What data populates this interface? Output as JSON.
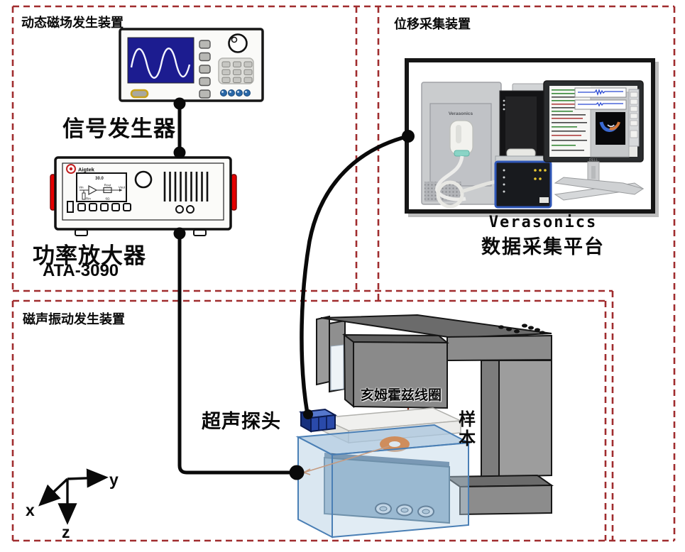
{
  "regions": {
    "dynamic_field": {
      "label": "动态磁场发生装置"
    },
    "displacement": {
      "label": "位移采集装置"
    },
    "magnetoacoustic": {
      "label": "磁声振动发生装置"
    }
  },
  "devices": {
    "signal_generator": {
      "label": "信号发生器"
    },
    "power_amplifier": {
      "label": "功率放大器",
      "model": "ATA-3090",
      "brand": "Aigtek",
      "display": {
        "gain": "30.0",
        "vin": "Vin",
        "rin": "Rin",
        "rout": "Rout",
        "impedance": "6Ω",
        "vout": "Vout"
      }
    },
    "verasonics_platform": {
      "name": "Verasonics",
      "label": "数据采集平台",
      "box_text": "Verasonics",
      "monitor_brand": "DELL"
    },
    "ultrasound_probe": {
      "label": "超声探头"
    },
    "helmholtz_coil": {
      "label": "亥姆霍兹线圈"
    },
    "sample": {
      "label": "样本"
    }
  },
  "axes": {
    "x": "x",
    "y": "y",
    "z": "z"
  },
  "colors": {
    "dashed_border": "#a02c2e",
    "cable_black": "#0a0a0a",
    "screen_navy": "#1c1c90",
    "handle_red": "#e60000",
    "logo_red": "#c42222",
    "copper_ring": "#cf8d5c",
    "tank_blue": "#7fa3bf",
    "probe_blue": "#2a4aaa",
    "frame_gray": "#8c8c8c"
  }
}
